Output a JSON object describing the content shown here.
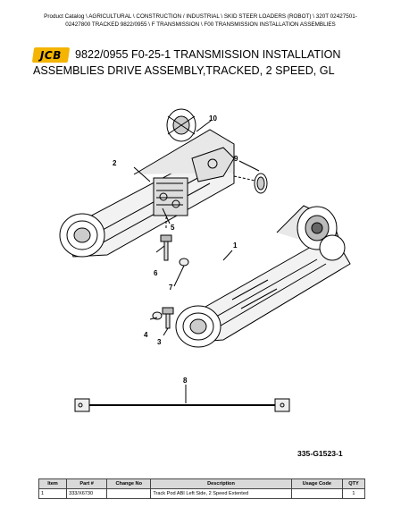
{
  "breadcrumb": {
    "line1": "Product Catalog  \\  AGRICULTURAL  \\  CONSTRUCTION / INDUSTRIAL  \\  SKID STEER LOADERS (ROBOT)  \\  320T 02427501-",
    "line2": "02427800 TRACKED 9822/0955  \\  F TRANSMISSION  \\  F00 TRANSMISSION INSTALLATION ASSEMBLIES"
  },
  "logo": {
    "text": "JCB",
    "color": "#f4b400"
  },
  "title": {
    "line1": "9822/0955 F0-25-1 TRANSMISSION INSTALLATION",
    "line2": "ASSEMBLIES DRIVE ASSEMBLY,TRACKED, 2 SPEED, GL"
  },
  "callouts": [
    "10",
    "2",
    "9",
    "5",
    "6",
    "1",
    "7",
    "4",
    "3",
    "8"
  ],
  "figure_ref": "335-G1523-1",
  "table": {
    "headers": [
      "Item",
      "Part #",
      "Change No",
      "Description",
      "Usage Code",
      "QTY"
    ],
    "rows": [
      [
        "1",
        "333/X6730",
        "",
        "Track Pod ABI Left Side, 2 Speed Extented",
        "",
        "1"
      ]
    ]
  }
}
